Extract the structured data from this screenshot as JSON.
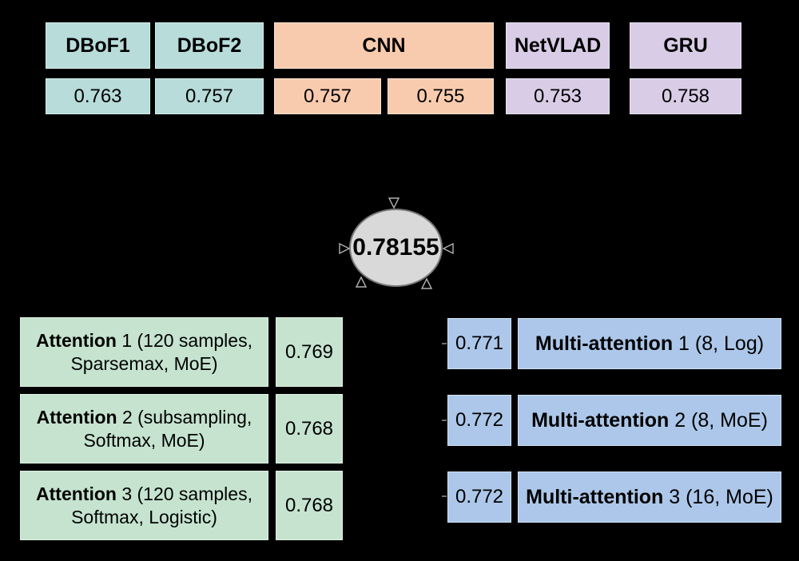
{
  "colors": {
    "background": "#000000",
    "text": "#000000",
    "teal": "#b7dcd9",
    "peach": "#f9cbae",
    "purple": "#d8cce6",
    "green": "#c5e3cf",
    "blue": "#acc7e9",
    "ellipse_fill": "#d9d9d9",
    "ellipse_border": "#7a7a7a",
    "arrow": "#b0b0b0"
  },
  "top_models": {
    "headers": [
      {
        "label": "DBoF1"
      },
      {
        "label": "DBoF2"
      },
      {
        "label": "CNN"
      },
      {
        "label": "NetVLAD"
      },
      {
        "label": "GRU"
      }
    ],
    "scores": [
      {
        "value": "0.763"
      },
      {
        "value": "0.757"
      },
      {
        "value": "0.757"
      },
      {
        "value": "0.755"
      },
      {
        "value": "0.753"
      },
      {
        "value": "0.758"
      }
    ]
  },
  "ensemble": {
    "score": "0.78155"
  },
  "attention_models": [
    {
      "bold": "Attention",
      "line1_rest": " 1 (120 samples,",
      "line2": "Sparsemax, MoE)",
      "score": "0.769"
    },
    {
      "bold": "Attention",
      "line1_rest": " 2 (subsampling,",
      "line2": "Softmax, MoE)",
      "score": "0.768"
    },
    {
      "bold": "Attention",
      "line1_rest": " 3 (120 samples,",
      "line2": "Softmax, Logistic)",
      "score": "0.768"
    }
  ],
  "multi_attention_models": [
    {
      "bold": "Multi-attention",
      "rest": " 1 (8, Log)",
      "score": "0.771"
    },
    {
      "bold": "Multi-attention",
      "rest": " 2 (8, MoE)",
      "score": "0.772"
    },
    {
      "bold": "Multi-attention",
      "rest": " 3 (16, MoE)",
      "score": "0.772"
    }
  ]
}
